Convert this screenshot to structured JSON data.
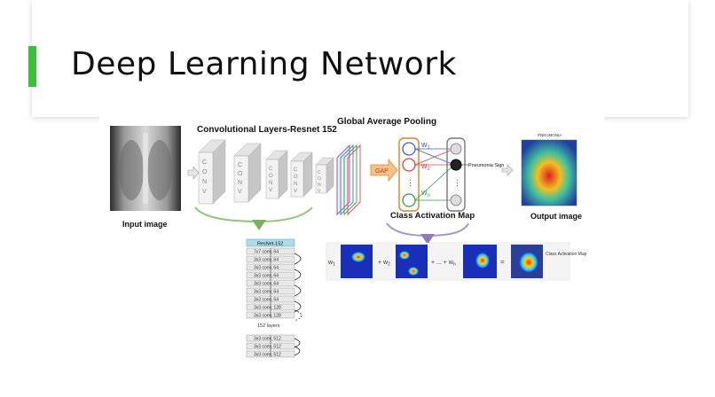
{
  "slide": {
    "title": "Deep Learning Network",
    "accent_color": "#3cbf3c"
  },
  "diagram": {
    "input_label": "Input image",
    "conv_section_label": "Convolutional Layers-Resnet 152",
    "conv_block_text": "CONV",
    "gap_section_label": "Global Average Pooling",
    "gap_box_label": "GAP",
    "weights": [
      "w",
      "w",
      "w"
    ],
    "weight_subscripts": [
      "1",
      "2",
      "n"
    ],
    "pneumonia_sign": "Pneumonia Sign",
    "cam_label": "Class Activation Map",
    "output_label": "Output image",
    "heatmap_title": "PNEUMONIA",
    "resnet_title": "ResNet-152",
    "resnet_layers": [
      "7x7 conv, 64",
      "3x3 conv, 64",
      "3x3 conv, 64",
      "3x3 conv, 64",
      "3x3 conv, 64",
      "3x3 conv, 64",
      "3x3 conv, 64",
      "3x3 conv, 128",
      "3x3 conv, 128"
    ],
    "layers_count_label": "152 layers",
    "resnet_tail_layers": [
      "3x3 conv, 512",
      "3x3 conv, 512",
      "3x3 conv, 512"
    ],
    "cam_formula_weights": [
      "w",
      "+ w",
      "+ ... + w",
      "="
    ],
    "cam_formula_subs": [
      "1",
      "2",
      "n"
    ],
    "cam_result_label": "Class Activation Map"
  }
}
